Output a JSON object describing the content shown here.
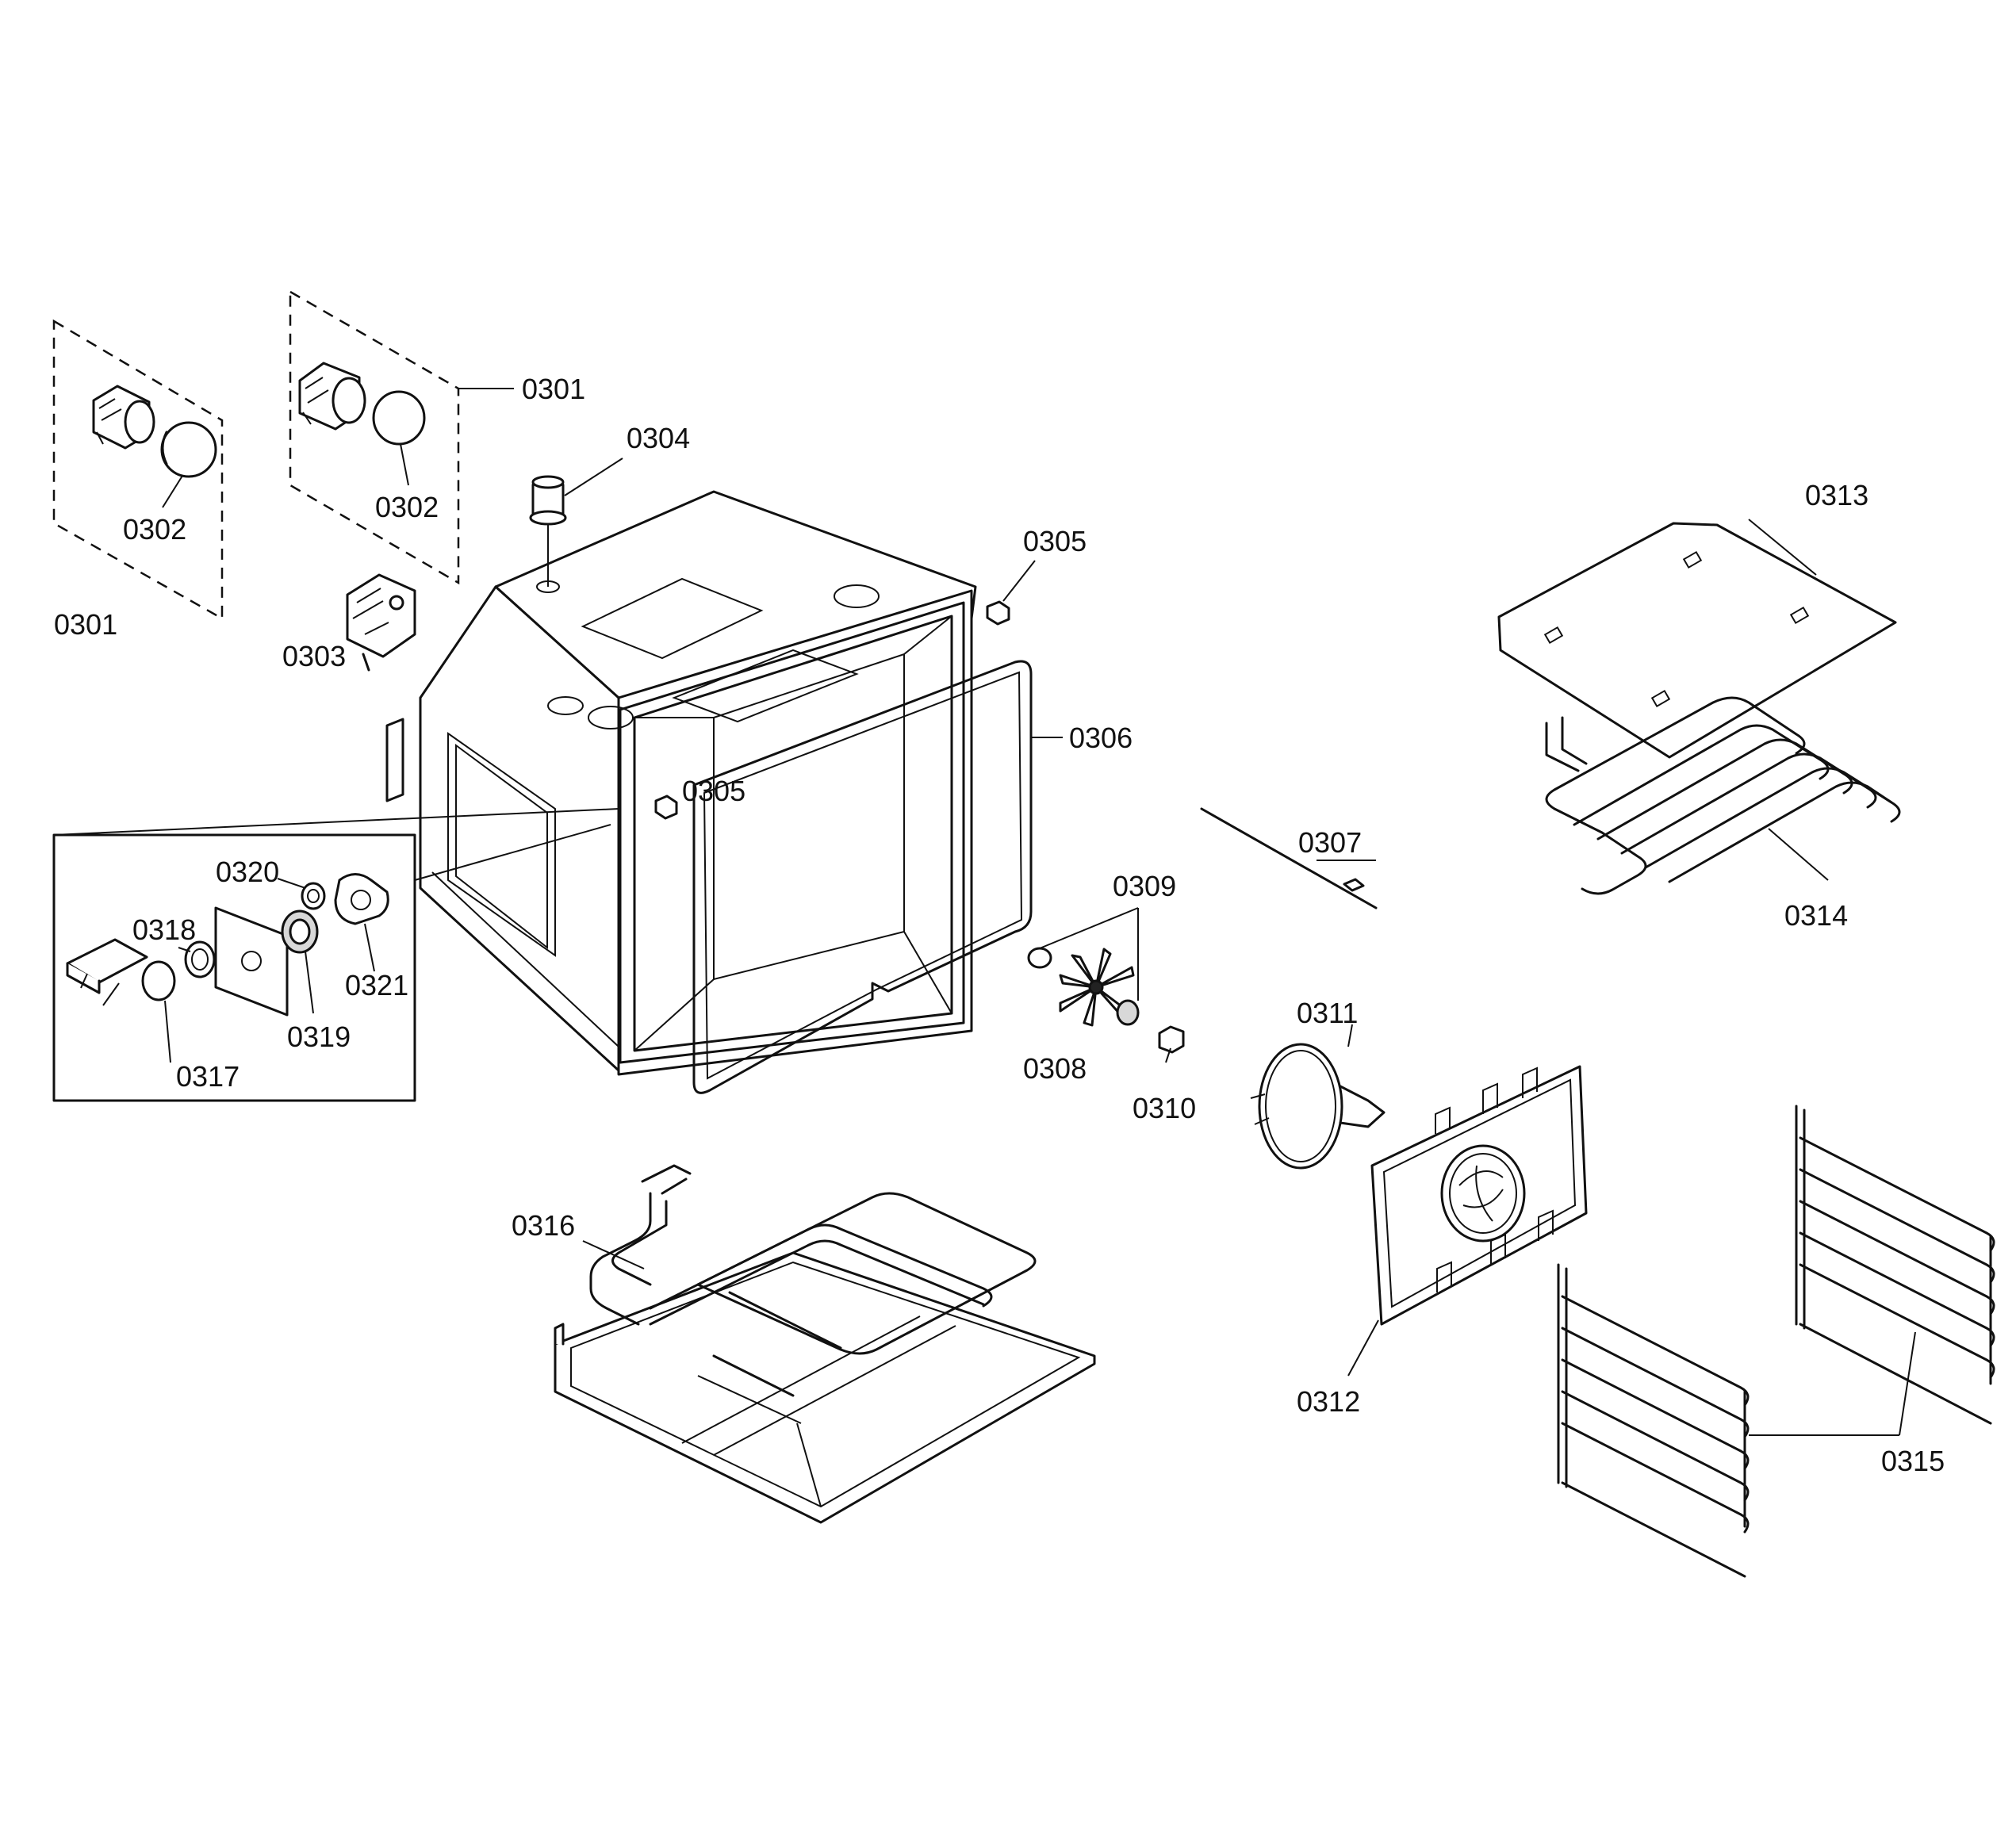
{
  "diagram": {
    "labels": {
      "p0301a": "0301",
      "p0301b": "0301",
      "p0302a": "0302",
      "p0302b": "0302",
      "p0303": "0303",
      "p0304": "0304",
      "p0305a": "0305",
      "p0305b": "0305",
      "p0306": "0306",
      "p0307": "0307",
      "p0308": "0308",
      "p0309": "0309",
      "p0310": "0310",
      "p0311": "0311",
      "p0312": "0312",
      "p0313": "0313",
      "p0314": "0314",
      "p0315": "0315",
      "p0316": "0316",
      "p0317": "0317",
      "p0318": "0318",
      "p0319": "0319",
      "p0320": "0320",
      "p0321": "0321"
    }
  }
}
